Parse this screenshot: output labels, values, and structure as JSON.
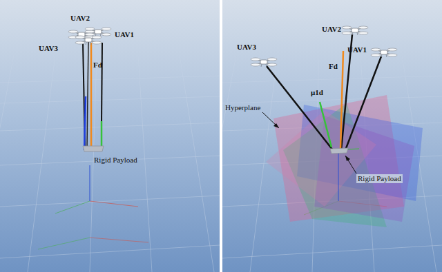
{
  "diagram": {
    "labels": [
      "UAV2",
      "UAV3",
      "UAV1",
      "Fd",
      "Rigid Payload",
      "UAV3",
      "UAV2",
      "Hyperplane",
      "Fd",
      "UAV1",
      "μ1d",
      "Rigid Payload"
    ]
  }
}
